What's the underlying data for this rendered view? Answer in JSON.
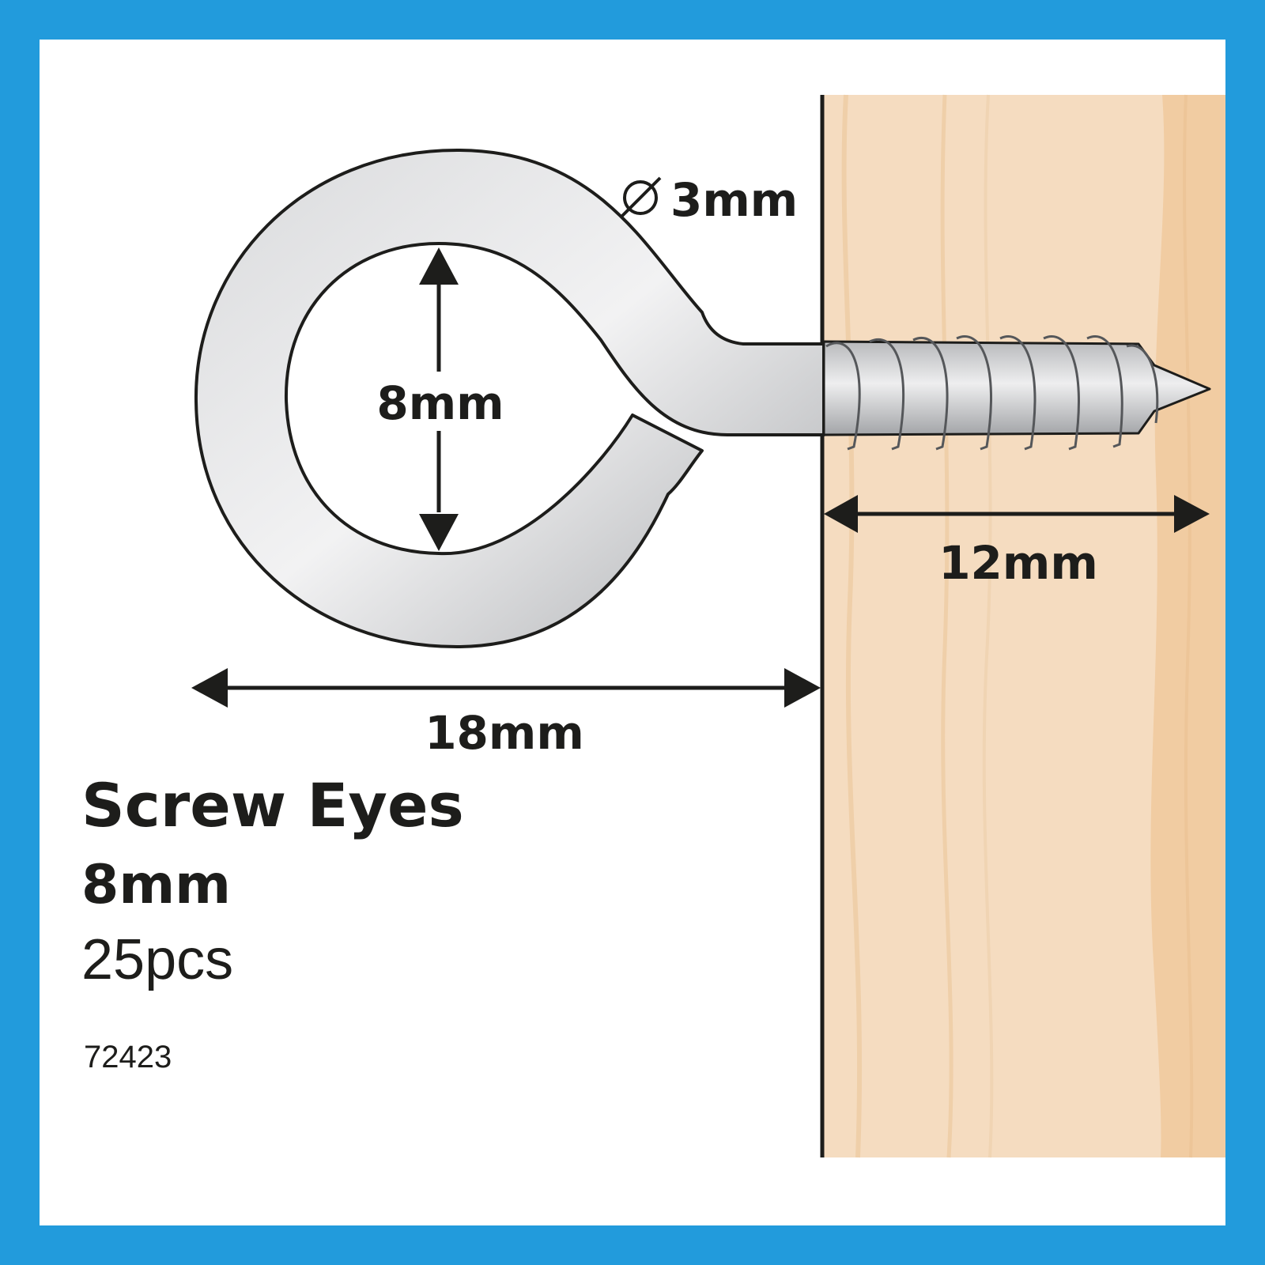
{
  "colors": {
    "frame": "#229bdc",
    "background": "#ffffff",
    "wood": "#f5dcc0",
    "wood_grain": "#f0cfa8",
    "metal": "#c2c3c6",
    "outline": "#1d1d1b"
  },
  "dimensions": {
    "wire_diameter": "3mm",
    "inner_eye": "8mm",
    "thread_length": "12mm",
    "overall_length": "18mm"
  },
  "icons": {
    "diameter": "diameter-icon"
  },
  "product": {
    "name": "Screw Eyes",
    "size": "8mm",
    "quantity": "25pcs",
    "code": "72423"
  }
}
